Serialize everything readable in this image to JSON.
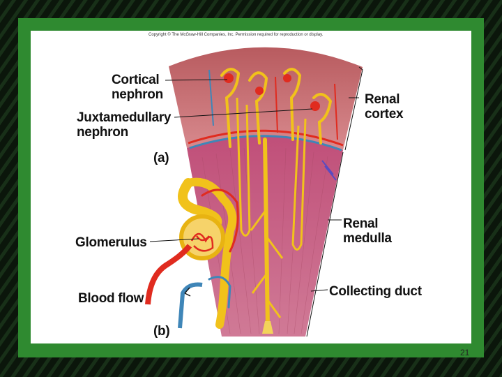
{
  "copyright": "Copyright © The McGraw-Hill Companies, Inc. Permission required for reproduction or display.",
  "labels": {
    "cortical_nephron_1": "Cortical",
    "cortical_nephron_2": "nephron",
    "juxtamedullary_1": "Juxtamedullary",
    "juxtamedullary_2": "nephron",
    "panel_a": "(a)",
    "renal_cortex_1": "Renal",
    "renal_cortex_2": "cortex",
    "renal_medulla_1": "Renal",
    "renal_medulla_2": "medulla",
    "glomerulus": "Glomerulus",
    "blood_flow": "Blood flow",
    "collecting_duct": "Collecting duct",
    "panel_b": "(b)"
  },
  "page_number": "21",
  "colors": {
    "frame": "#2f8a30",
    "cortex": "#c46a72",
    "medulla": "#c85a7e",
    "tubule": "#f1c21b",
    "artery": "#e02b1f",
    "vein": "#3f86b8"
  }
}
